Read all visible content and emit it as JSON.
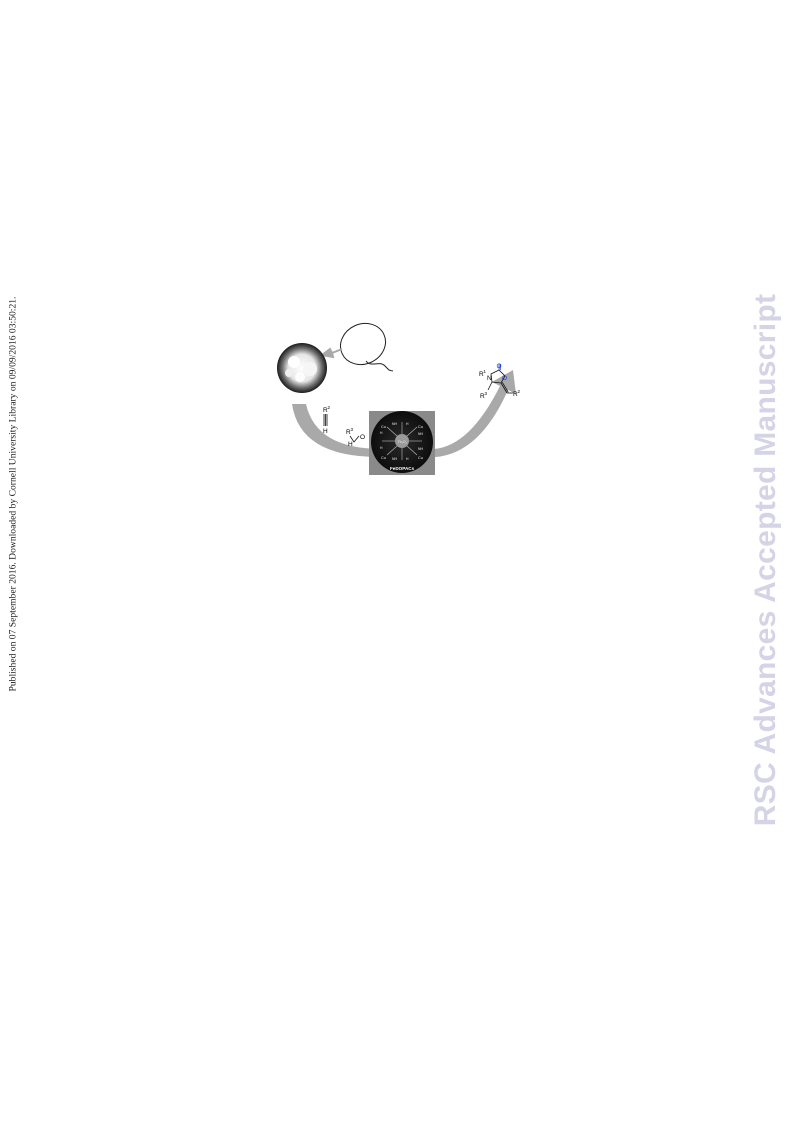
{
  "publication_note": "Published on 07 September 2016. Downloaded by Cornell University Library on 09/09/2016 03:50:21.",
  "watermark": "RSC Advances Accepted Manuscript",
  "graphic": {
    "catalyst_label": "FeDOPACs",
    "alkyne": {
      "substituent": "R",
      "sup": "2",
      "terminal": "H"
    },
    "aldehyde": {
      "substituent": "R",
      "sup": "3",
      "h": "H",
      "o": "O"
    },
    "product": {
      "r1": "R",
      "r1_sup": "1",
      "n": "N",
      "o_ring": "O",
      "o_carbonyl": "O",
      "r3": "R",
      "r3_sup": "3",
      "r2": "R",
      "r2_sup": "2"
    },
    "catalyst_groups": {
      "cu": "Cu",
      "nh2": "NH",
      "h2n": "H",
      "core": "Fe₃O₄"
    }
  },
  "colors": {
    "watermark": "#d4d4e6",
    "arrow": "#a9a9a9",
    "carbonyl": "#1c39d8"
  }
}
